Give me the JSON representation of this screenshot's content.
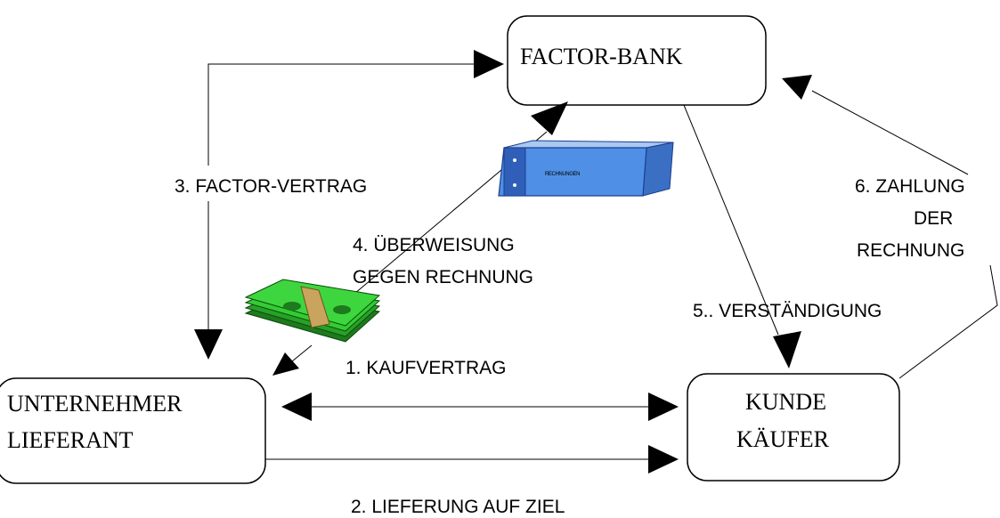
{
  "nodes": {
    "factor_bank": {
      "label": "FACTOR-BANK"
    },
    "unternehmer": {
      "line1": "UNTERNEHMER",
      "line2": "LIEFERANT"
    },
    "kunde": {
      "line1": "KUNDE",
      "line2": "KÄUFER"
    }
  },
  "edges": {
    "kaufvertrag": "1. KAUFVERTRAG",
    "lieferung": "2. LIEFERUNG AUF ZIEL",
    "factor_vertrag": "3. FACTOR-VERTRAG",
    "ueberweisung": {
      "line1": "4. ÜBERWEISUNG",
      "line2": "GEGEN RECHNUNG"
    },
    "verstaendigung": "5.. VERSTÄNDIGUNG",
    "zahlung": {
      "line1": "6. ZAHLUNG",
      "line2": "DER",
      "line3": "RECHNUNG"
    }
  },
  "binder": {
    "label": "RECHNUNGEN"
  },
  "colors": {
    "binder": "#4f90e6",
    "money": "#33cc33",
    "band": "#c9a45c"
  }
}
